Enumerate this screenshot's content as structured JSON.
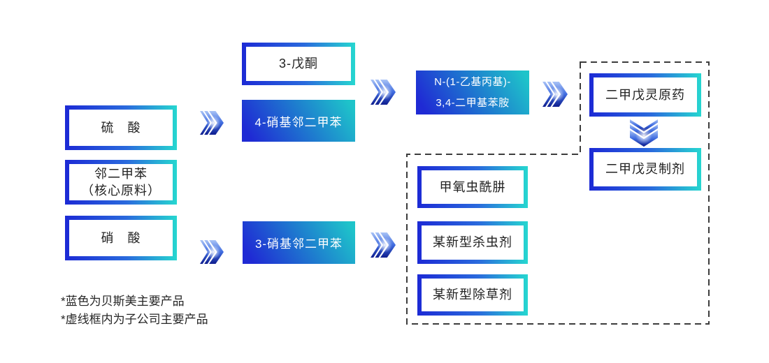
{
  "boxes": {
    "sulfuric_acid": {
      "label": "硫　酸"
    },
    "o_xylene": {
      "line1": "邻二甲苯",
      "line2": "（核心原料）"
    },
    "nitric_acid": {
      "label": "硝　酸"
    },
    "pentanone_3": {
      "label": "3-戊酮"
    },
    "nitro_4_o_xylene": {
      "label": "4-硝基邻二甲苯"
    },
    "nitro_3_o_xylene": {
      "label": "3-硝基邻二甲苯"
    },
    "dimethyl_aniline": {
      "line1": "N-(1-乙基丙基)-",
      "line2": "3,4-二甲基苯胺"
    },
    "pendimethalin_technical": {
      "label": "二甲戊灵原药"
    },
    "pendimethalin_formulation": {
      "label": "二甲戊灵制剂"
    },
    "methoxyfenozide": {
      "label": "甲氧虫酰肼"
    },
    "new_insecticide": {
      "label": "某新型杀虫剂"
    },
    "new_herbicide": {
      "label": "某新型除草剂"
    }
  },
  "footnotes": [
    "*蓝色为贝斯美主要产品",
    "*虚线框内为子公司主要产品"
  ],
  "colors": {
    "gradient_blue": "#1c2ad5",
    "gradient_cyan": "#26d7d0",
    "fill_blue": "#1f2ad4",
    "fill_cyan": "#1ec4ca",
    "dashed_border": "#3c3c3c",
    "text_dark": "#212121",
    "text_light": "#ffffff"
  }
}
